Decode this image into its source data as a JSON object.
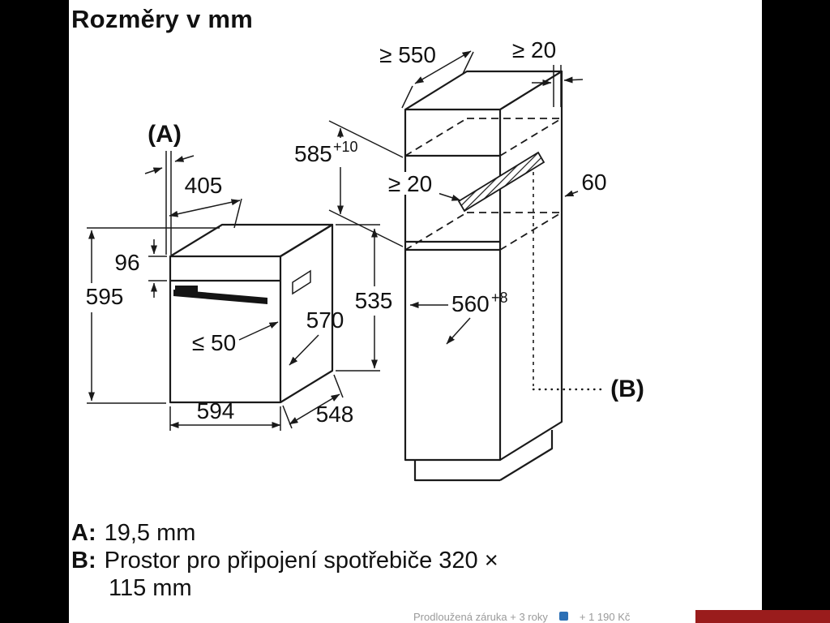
{
  "page": {
    "title": "Rozměry v mm"
  },
  "diagram": {
    "label_a": "(A)",
    "label_b": "(B)",
    "dims": {
      "d550": "≥ 550",
      "d20_top": "≥ 20",
      "d585": "585",
      "d585_tol": "+10",
      "d20_mid": "≥ 20",
      "d60": "60",
      "d405": "405",
      "d96": "96",
      "d595": "595",
      "d50": "≤ 50",
      "d570": "570",
      "d535": "535",
      "d560": "560",
      "d560_tol": "+8",
      "d594": "594",
      "d548": "548"
    }
  },
  "legend": {
    "a_key": "A:",
    "a_value": "19,5 mm",
    "b_key": "B:",
    "b_value": "Prostor pro připojení spotřebiče 320 ×",
    "b_value_cont": "115 mm"
  },
  "footer": {
    "warranty": "Prodloužená záruka + 3 roky",
    "price": "+ 1 190 Kč"
  },
  "colors": {
    "letterbox": "#000000",
    "line": "#1a1a1a",
    "badge_red": "#9a1c1c",
    "footer_text": "#9a9a9a",
    "icon_blue": "#2b6fb5"
  }
}
